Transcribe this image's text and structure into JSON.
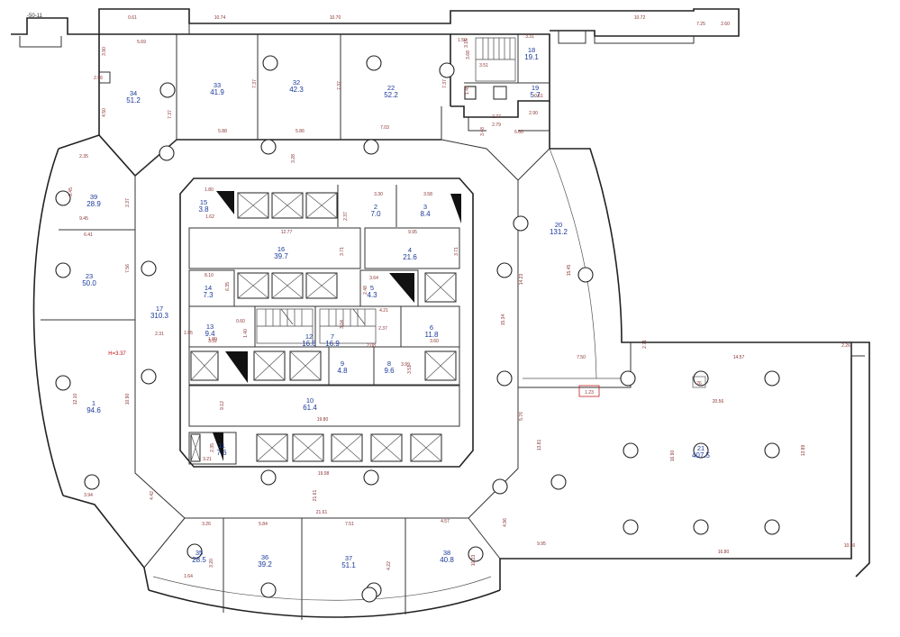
{
  "corner_label": "-50-11",
  "height_note": "H=3.37",
  "marker_label": "26",
  "red_box_label": "1.23",
  "rooms": [
    {
      "num": "1",
      "area": "94.6"
    },
    {
      "num": "2",
      "area": "7.0"
    },
    {
      "num": "3",
      "area": "8.4"
    },
    {
      "num": "4",
      "area": "21.6"
    },
    {
      "num": "5",
      "area": "4.3"
    },
    {
      "num": "6",
      "area": "11.8"
    },
    {
      "num": "7",
      "area": "16.9"
    },
    {
      "num": "8",
      "area": "9.6"
    },
    {
      "num": "9",
      "area": "4.8"
    },
    {
      "num": "10",
      "area": "61.4"
    },
    {
      "num": "11",
      "area": "7.6"
    },
    {
      "num": "12",
      "area": "16.8"
    },
    {
      "num": "13",
      "area": "9.4"
    },
    {
      "num": "14",
      "area": "7.3"
    },
    {
      "num": "15",
      "area": "3.8"
    },
    {
      "num": "16",
      "area": "39.7"
    },
    {
      "num": "17",
      "area": "310.3"
    },
    {
      "num": "18",
      "area": "19.1"
    },
    {
      "num": "19",
      "area": "5.7"
    },
    {
      "num": "20",
      "area": "131.2"
    },
    {
      "num": "21",
      "area": "407.5"
    },
    {
      "num": "22",
      "area": "52.2"
    },
    {
      "num": "23",
      "area": "50.0"
    },
    {
      "num": "32",
      "area": "42.3"
    },
    {
      "num": "33",
      "area": "41.9"
    },
    {
      "num": "34",
      "area": "51.2"
    },
    {
      "num": "35",
      "area": "28.5"
    },
    {
      "num": "36",
      "area": "39.2"
    },
    {
      "num": "37",
      "area": "51.1"
    },
    {
      "num": "38",
      "area": "40.8"
    },
    {
      "num": "39",
      "area": "28.9"
    }
  ],
  "dimensions": [
    "0.61",
    "10.74",
    "10.70",
    "10.72",
    "7.25",
    "2.60",
    "3.15",
    "5.69",
    "3.90",
    "4.50",
    "7.37",
    "7.37",
    "7.37",
    "7.37",
    "5.88",
    "5.86",
    "7.03",
    "3.28",
    "2.35",
    "5.45",
    "6.41",
    "2.37",
    "2.37",
    "9.45",
    "7.56",
    "12.77",
    "3.71",
    "3.71",
    "9.95",
    "8.10",
    "6.35",
    "3.64",
    "2.48",
    "4.21",
    "3.04",
    "3.30",
    "3.58",
    "1.80",
    "0.60",
    "1.62",
    "1.40",
    "1.80",
    "2.08",
    "2.37",
    "3.52",
    "3.60",
    "19.80",
    "9.12",
    "2.35",
    "3.21",
    "19.08",
    "21.61",
    "2.31",
    "3.51",
    "3.99",
    "5.84",
    "7.51",
    "4.57",
    "3.26",
    "3.20",
    "1.64",
    "4.22",
    "4.42",
    "3.94",
    "10.23",
    "14.23",
    "15.45",
    "7.50",
    "5.76",
    "14.57",
    "20.56",
    "13.81",
    "16.90",
    "13.89",
    "9.95",
    "16.80",
    "10.56",
    "2.71",
    "2.26",
    "4.96",
    "2.77",
    "2.79",
    "3.48",
    "6.60",
    "2.90",
    "1.50",
    "3.68",
    "1.49",
    "0.61",
    "2.96",
    "3.51",
    "3.31",
    "21.61",
    "15.34",
    "12.10",
    "10.90",
    "1.95"
  ]
}
